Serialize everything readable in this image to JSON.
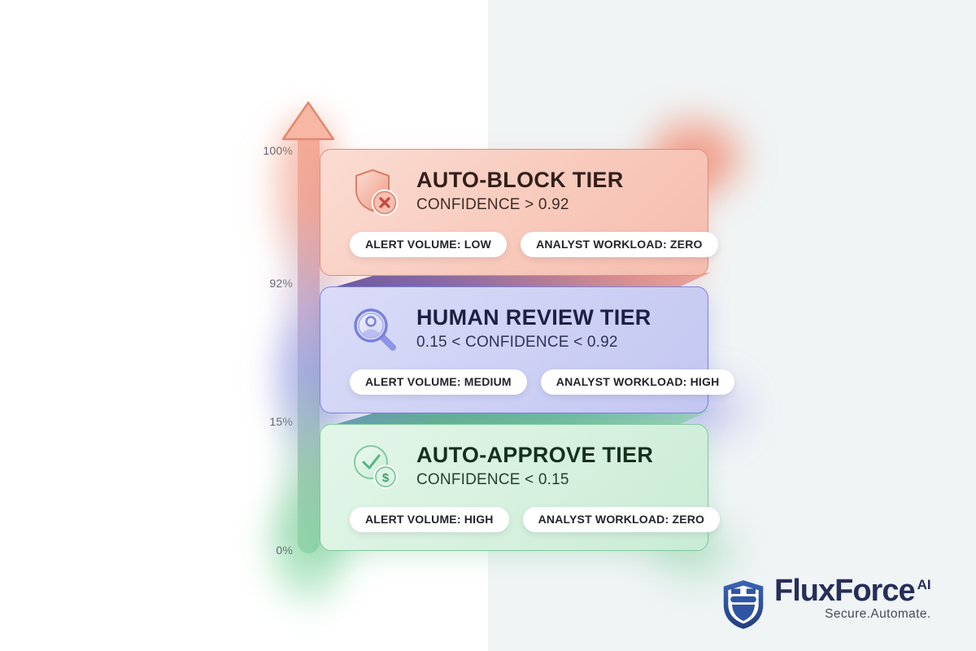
{
  "canvas": {
    "description": "Confidence tier escalation diagram",
    "bg_left_color": "#ffffff",
    "bg_right_color": "#f0f4f5"
  },
  "axis": {
    "ticks": [
      {
        "label": "100%"
      },
      {
        "label": "92%"
      },
      {
        "label": "15%"
      },
      {
        "label": "0%"
      }
    ],
    "gradient_colors": [
      "#f2a18b",
      "#aab1e2",
      "#8fd4a9"
    ]
  },
  "tiers": [
    {
      "title": "AUTO-BLOCK TIER",
      "subtitle": "CONFIDENCE > 0.92",
      "badges": [
        "ALERT VOLUME: LOW",
        "ANALYST WORKLOAD: ZERO"
      ],
      "icon": "shield-block-icon",
      "accent_color": "#db8f7f"
    },
    {
      "title": "HUMAN REVIEW TIER",
      "subtitle": "0.15 < CONFIDENCE < 0.92",
      "badges": [
        "ALERT VOLUME: MEDIUM",
        "ANALYST WORKLOAD: HIGH"
      ],
      "icon": "magnifier-person-icon",
      "accent_color": "#7c82d8"
    },
    {
      "title": "AUTO-APPROVE TIER",
      "subtitle": "CONFIDENCE < 0.15",
      "badges": [
        "ALERT VOLUME: HIGH",
        "ANALYST WORKLOAD: ZERO"
      ],
      "icon": "check-dollar-icon",
      "accent_color": "#7fc89d"
    }
  ],
  "logo": {
    "brand": "FluxForce",
    "superscript": "AI",
    "tagline": "Secure.Automate.",
    "brand_color": "#272e5a",
    "shield_color": "#2c4e9e"
  }
}
